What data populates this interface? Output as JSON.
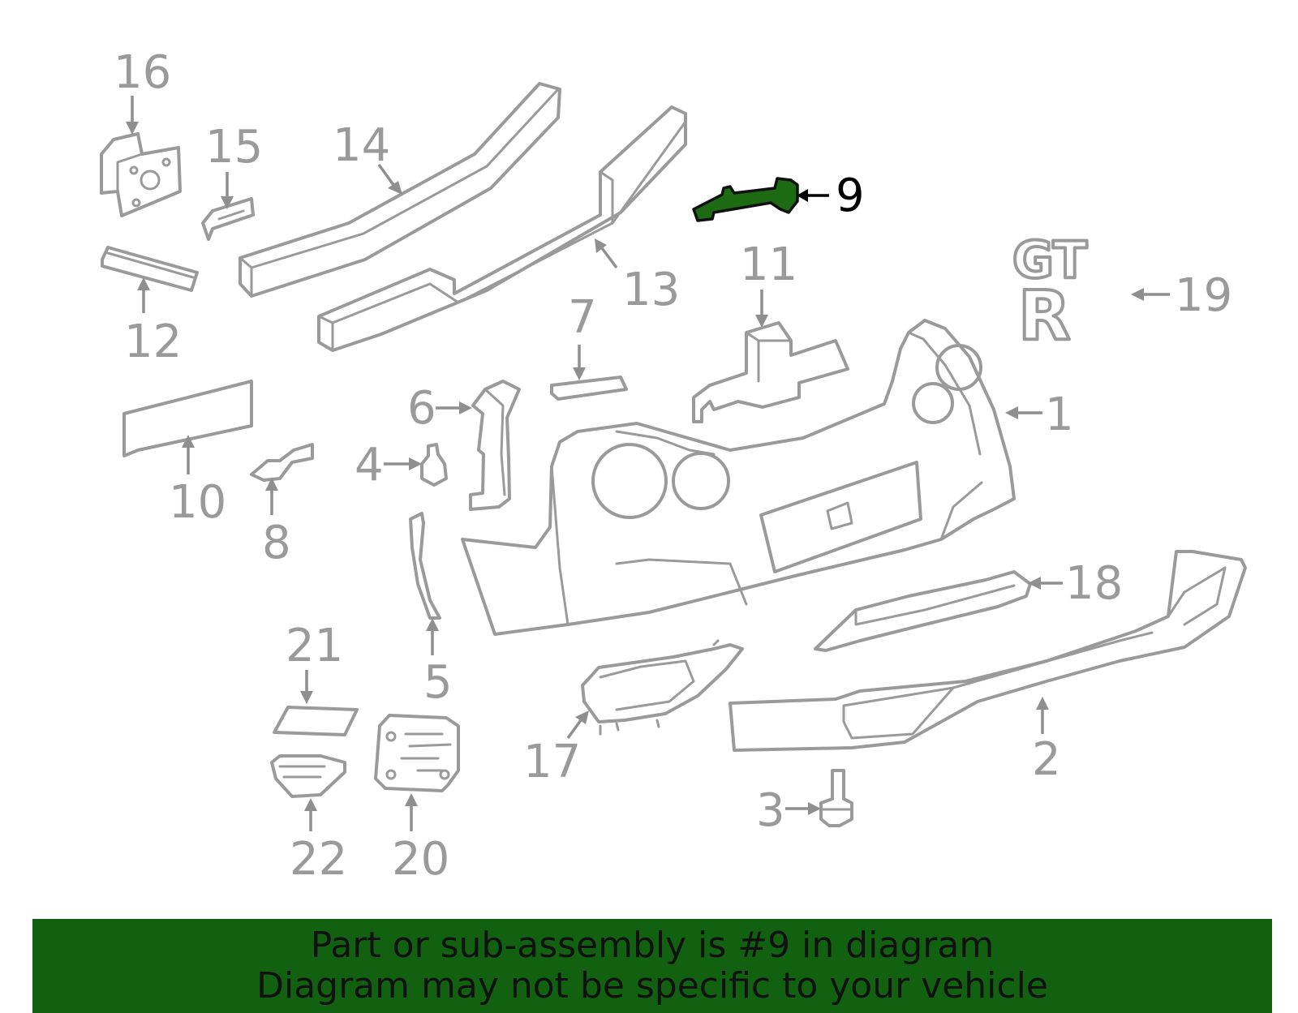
{
  "diagram": {
    "highlight_color": "#1c6b12",
    "line_color": "#9a9a9a",
    "highlighted_part": "9",
    "callouts": [
      {
        "id": "1",
        "label": "1"
      },
      {
        "id": "2",
        "label": "2"
      },
      {
        "id": "3",
        "label": "3"
      },
      {
        "id": "4",
        "label": "4"
      },
      {
        "id": "5",
        "label": "5"
      },
      {
        "id": "6",
        "label": "6"
      },
      {
        "id": "7",
        "label": "7"
      },
      {
        "id": "8",
        "label": "8"
      },
      {
        "id": "9",
        "label": "9"
      },
      {
        "id": "10",
        "label": "10"
      },
      {
        "id": "11",
        "label": "11"
      },
      {
        "id": "12",
        "label": "12"
      },
      {
        "id": "13",
        "label": "13"
      },
      {
        "id": "14",
        "label": "14"
      },
      {
        "id": "15",
        "label": "15"
      },
      {
        "id": "16",
        "label": "16"
      },
      {
        "id": "17",
        "label": "17"
      },
      {
        "id": "18",
        "label": "18"
      },
      {
        "id": "19",
        "label": "19"
      },
      {
        "id": "20",
        "label": "20"
      },
      {
        "id": "21",
        "label": "21"
      },
      {
        "id": "22",
        "label": "22"
      }
    ],
    "emblem_text": {
      "top": "GT",
      "bottom": "R"
    }
  },
  "banner": {
    "color": "#126111",
    "line1": "Part or sub-assembly is #9 in diagram",
    "line2": "Diagram may not be specific to your vehicle"
  }
}
